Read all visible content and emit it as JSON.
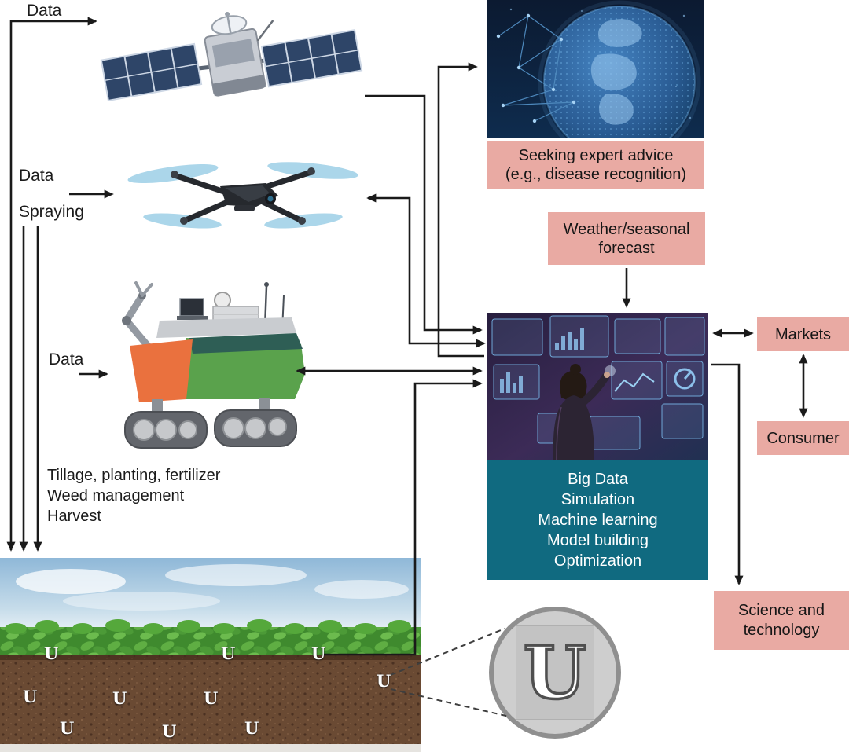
{
  "sources": {
    "satellite": {
      "label": "Data"
    },
    "drone": {
      "data_label": "Data",
      "spraying_label": "Spraying"
    },
    "robot": {
      "label": "Data",
      "tasks": [
        "Tillage, planting, fertilizer",
        "Weed management",
        "Harvest"
      ]
    }
  },
  "cloud": {
    "expert_box": {
      "line1": "Seeking expert advice",
      "line2": "(e.g., disease recognition)"
    },
    "weather_box": {
      "line1": "Weather/seasonal",
      "line2": "forecast"
    }
  },
  "analytics": {
    "items": [
      "Big Data",
      "Simulation",
      "Machine learning",
      "Model building",
      "Optimization"
    ]
  },
  "stakeholders": {
    "markets": "Markets",
    "consumer": "Consumer",
    "science": {
      "line1": "Science and",
      "line2": "technology"
    }
  },
  "icons": {
    "soil_sensor": "soil-sensor-u-icon",
    "sensor_glyph": "U"
  },
  "colors": {
    "box_pink": "#e9aaa3",
    "analytics_teal": "#106a80",
    "arrow": "#1a1a1a"
  }
}
